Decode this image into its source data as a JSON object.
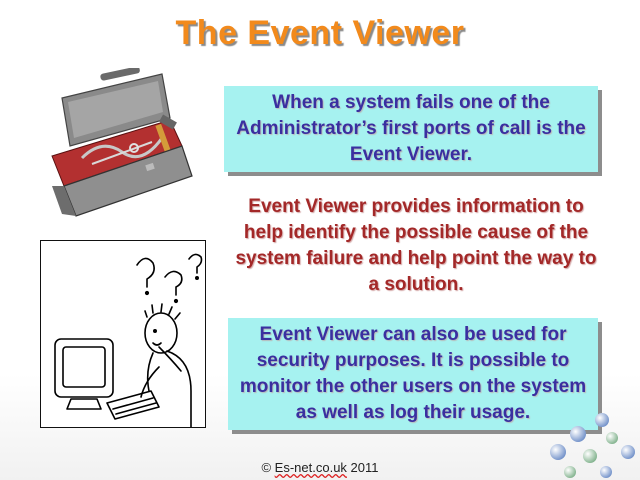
{
  "slide": {
    "title": "The Event Viewer",
    "box_top_text": "When a system fails one of the Administrator’s first ports of call is the Event Viewer.",
    "middle_text": "Event Viewer provides information to help identify the possible cause of the system failure and help point the way to a solution.",
    "box_bottom_text": "Event Viewer can also be used for security purposes. It is possible to monitor the other users on the system as well as log their usage.",
    "footer_prefix": "© ",
    "footer_link": "Es-net.co.uk",
    "footer_year": " 2011"
  },
  "colors": {
    "title": "#f28a1c",
    "box_bg": "#a6f2f0",
    "blue_text": "#3a2fa0",
    "red_text": "#a32828"
  },
  "icons": {
    "toolbox": "toolbox-icon",
    "cartoon": "confused-user-computer-icon",
    "decoration": "dots-decoration-icon"
  }
}
